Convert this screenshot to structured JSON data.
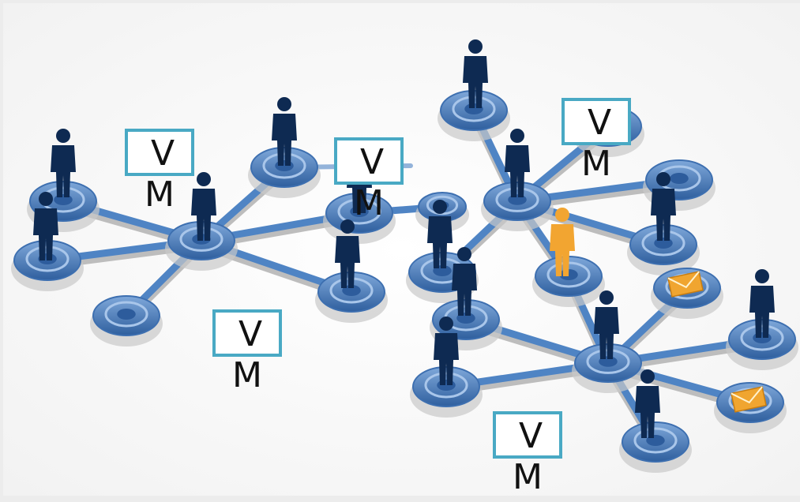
{
  "diagram": {
    "labels": [
      {
        "line1": "V",
        "line2": "M"
      },
      {
        "line1": "V",
        "line2": "M"
      },
      {
        "line1": "V",
        "line2": "M"
      },
      {
        "line1": "V",
        "line2": "M"
      },
      {
        "line1": "V",
        "line2": "M"
      }
    ],
    "hub_color": "#3d6fb0",
    "spoke_color": "#4f84c4",
    "person_color": "#0e2a52",
    "highlight_person_color": "#f2a531",
    "envelope_color": "#f0a530",
    "label_border_color": "#49a9c4",
    "icons": [
      "person-icon",
      "envelope-icon"
    ]
  }
}
